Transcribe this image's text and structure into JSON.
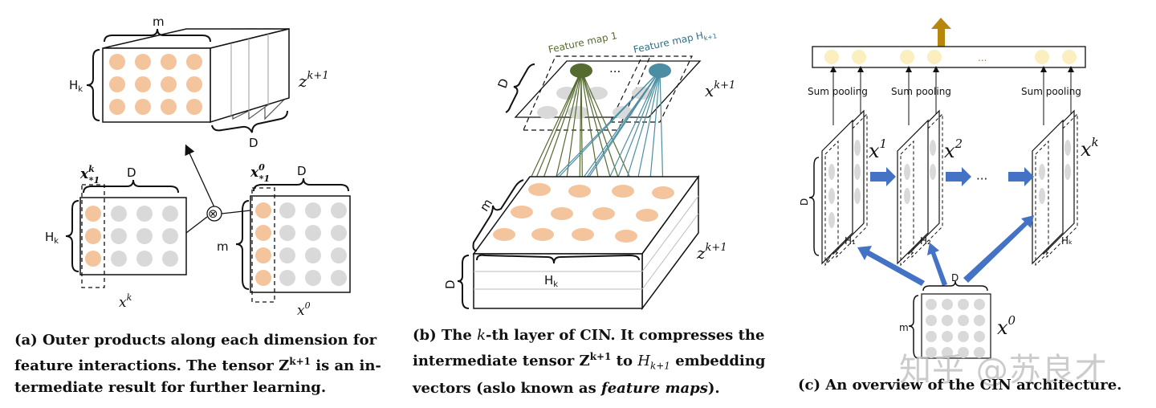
{
  "panel_a": {
    "label_m": "m",
    "label_hk_top": "H",
    "sub_k": "k",
    "label_z_top": "z",
    "sup_k1": "k+1",
    "label_d_top": "D",
    "label_xk_col": "x",
    "col_sub_star1": "*1",
    "col_sup_k": "k",
    "col_sup_0": "0",
    "label_d_xk": "D",
    "label_d_x0": "D",
    "label_hk_left": "H",
    "label_m_left": "m",
    "label_xk_bottom": "x",
    "label_x0_bottom": "x",
    "outer_product_symbol": "⊗",
    "caption_line1": "(a) Outer products along each dimension for",
    "caption_line2_pre": "feature interactions. The tensor Z",
    "caption_line2_post": " is an in-",
    "caption_line3": "termediate result for further learning."
  },
  "panel_b": {
    "feature_map_1": "Feature map 1",
    "feature_map_h": "Feature map H",
    "feature_map_h_sub": "k+1",
    "dots": "...",
    "label_d_top": "D",
    "label_x": "x",
    "label_m": "m",
    "label_z": "z",
    "label_d_bottom": "D",
    "label_hk": "H",
    "caption_line1_pre": "(b) The ",
    "caption_line1_k": "k",
    "caption_line1_post": "-th layer of CIN. It compresses the",
    "caption_line2_pre": "intermediate tensor Z",
    "caption_line2_mid": " to ",
    "caption_line2_h": "H",
    "caption_line2_post": " embedding",
    "caption_line3_pre": "vectors (aslo known as ",
    "caption_line3_em": "feature maps",
    "caption_line3_post": ")."
  },
  "panel_c": {
    "sum_pooling": "Sum pooling",
    "dots_top": "...",
    "x1_label": "x",
    "x1_sup": "1",
    "x2_label": "x",
    "x2_sup": "2",
    "xk_label": "x",
    "xk_sup": "k",
    "dots_mid": "···",
    "label_d_side": "D",
    "h1_label": "H₁",
    "h2_label": "H₂",
    "hk_label": "Hₖ",
    "x0_label": "x",
    "x0_sup": "0",
    "label_d_x0": "D",
    "label_m_x0": "m",
    "caption": "(c) An overview of the CIN architecture."
  },
  "watermark": "知乎 @苏良才",
  "colors": {
    "orange": "#f4c49c",
    "gray": "#d9d9d9",
    "olive": "#556b2f",
    "teal": "#4b8ea3",
    "arrow_blue": "#4472c4",
    "gold": "#b8860b",
    "pale_yellow": "#fbeebf"
  }
}
